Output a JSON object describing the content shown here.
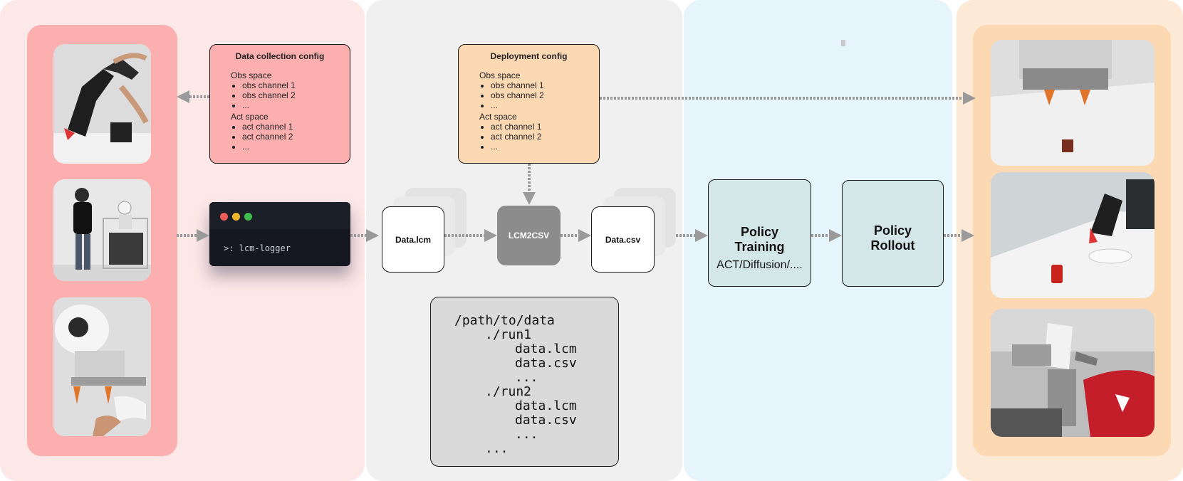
{
  "collection_config": {
    "title": "Data collection config",
    "obs_label": "Obs space",
    "obs_items": [
      "obs channel 1",
      "obs channel 2",
      "..."
    ],
    "act_label": "Act space",
    "act_items": [
      "act channel 1",
      "act channel 2",
      "..."
    ]
  },
  "deployment_config": {
    "title": "Deployment config",
    "obs_label": "Obs space",
    "obs_items": [
      "obs channel 1",
      "obs channel 2",
      "..."
    ],
    "act_label": "Act space",
    "act_items": [
      "act channel 1",
      "act channel 2",
      "..."
    ]
  },
  "terminal": {
    "command": ">: lcm-logger",
    "dot_colors": [
      "#ec5b56",
      "#f0b429",
      "#3fbe4f"
    ]
  },
  "pipeline": {
    "lcm_file": "Data.lcm",
    "converter": "LCM2CSV",
    "csv_file": "Data.csv"
  },
  "directory": {
    "lines": [
      "/path/to/data",
      "./run1",
      "data.lcm",
      "data.csv",
      "...",
      "./run2",
      "data.lcm",
      "data.csv",
      "...",
      "..."
    ]
  },
  "policy_training": {
    "title_line1": "Policy",
    "title_line2": "Training",
    "subtitle": "ACT/Diffusion/...."
  },
  "policy_rollout": {
    "title_line1": "Policy",
    "title_line2": "Rollout"
  },
  "colors": {
    "collection_panel": "#fde8e8",
    "processing_panel": "#f0f0f0",
    "training_panel": "#e6f4fc",
    "deployment_panel": "#fce9d6",
    "arrow": "#9a9a9a"
  }
}
